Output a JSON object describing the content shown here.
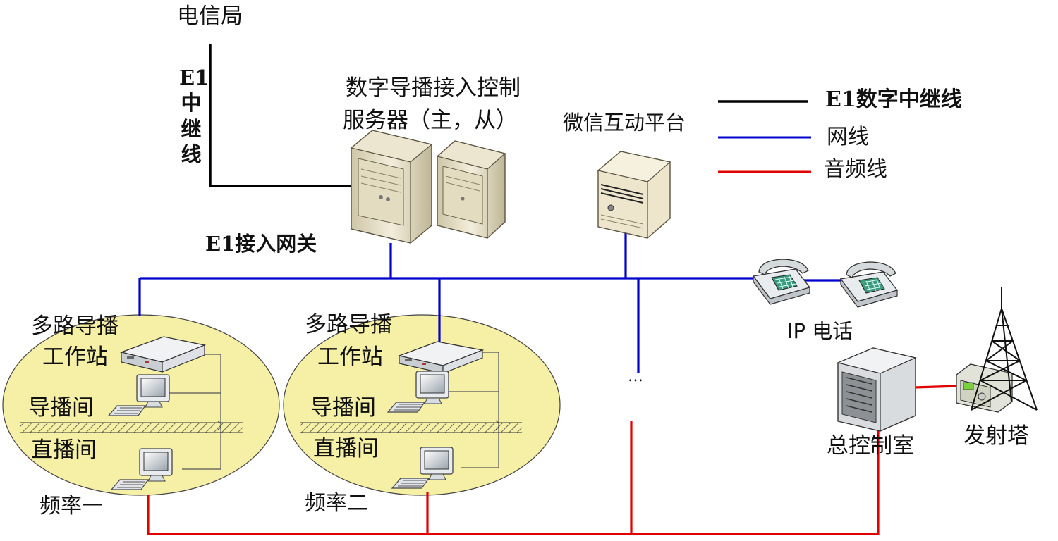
{
  "labels": {
    "telecom_office": "电信局",
    "e1_trunk_vertical": "E1\n中\n继\n线",
    "control_server_line1": "数字导播接入控制",
    "control_server_line2": "服务器（主，从）",
    "wechat_platform": "微信互动平台",
    "e1_gateway": "E1接入网关",
    "ip_phone": "IP 电话",
    "master_control_room": "总控制室",
    "transmit_tower": "发射塔",
    "ellipsis": "…"
  },
  "legend": [
    {
      "label": "E1数字中继线",
      "color": "#000000"
    },
    {
      "label": "网线",
      "color": "#0000cc"
    },
    {
      "label": "音频线",
      "color": "#e00000"
    }
  ],
  "stations": [
    {
      "group": "多路导播",
      "workstation": "工作站",
      "director_room": "导播间",
      "studio": "直播间",
      "frequency": "频率一"
    },
    {
      "group": "多路导播",
      "workstation": "工作站",
      "director_room": "导播间",
      "studio": "直播间",
      "frequency": "频率二"
    }
  ],
  "colors": {
    "e1": "#000000",
    "network": "#0000cc",
    "audio": "#e00000",
    "ellipse_fill": "#f5f0a6"
  },
  "icons": [
    "server-icon",
    "desktop-icon",
    "workstation-icon",
    "ip-phone-icon",
    "control-rack-icon",
    "transmitter-icon",
    "tower-icon"
  ]
}
